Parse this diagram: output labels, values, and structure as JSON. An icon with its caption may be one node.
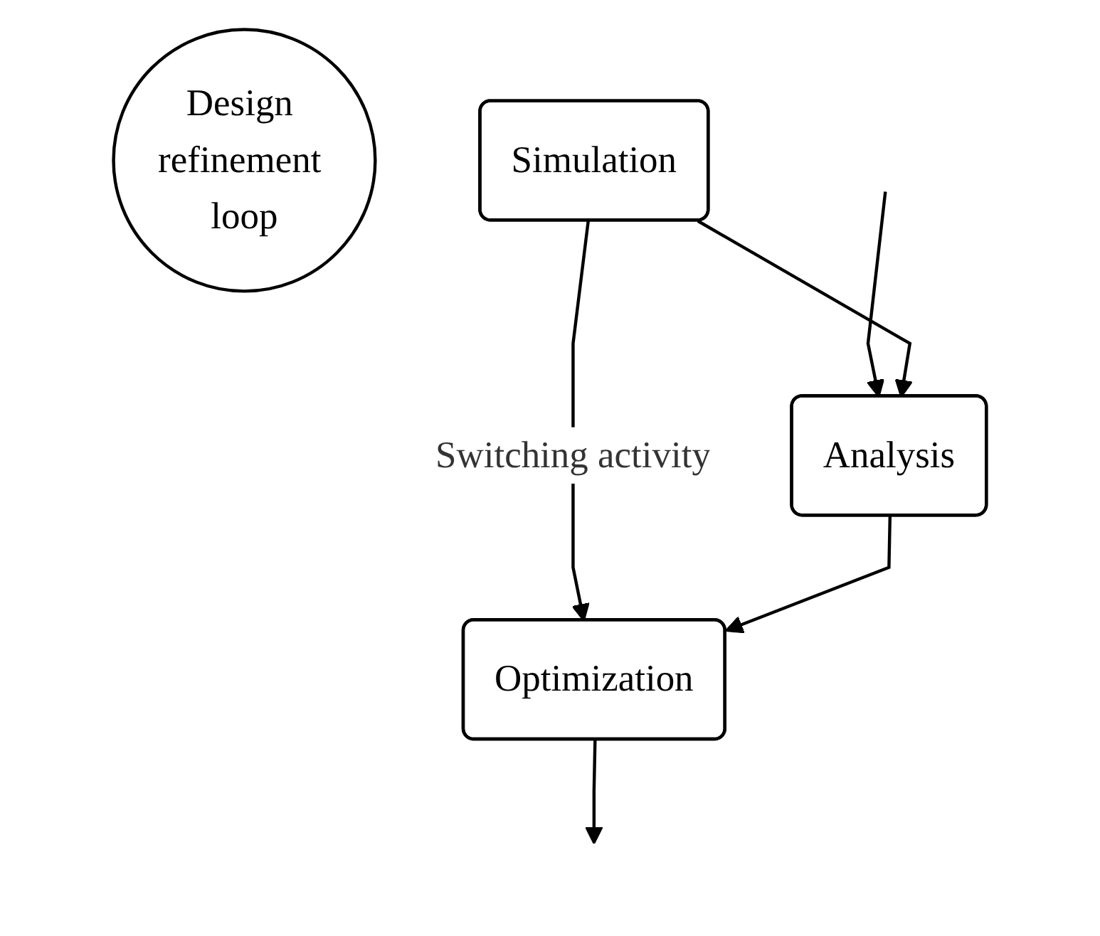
{
  "diagram": {
    "nodes": [
      {
        "text": [
          "Simulation"
        ]
      },
      {
        "text": [
          "Analysis"
        ]
      },
      {
        "text": [
          "Design refinement loop"
        ]
      },
      {
        "text": [
          "Optimization"
        ]
      }
    ],
    "edges": [
      {
        "from": null,
        "to": 1,
        "arrow": "to"
      },
      {
        "from": 0,
        "to": 1,
        "arrow": "to"
      },
      {
        "from": 0,
        "to": 3,
        "arrow": "to",
        "label": "Switching activity"
      },
      {
        "from": 1,
        "to": 3,
        "arrow": "to"
      },
      {
        "from": 3,
        "to": null,
        "arrow": "to"
      }
    ]
  }
}
